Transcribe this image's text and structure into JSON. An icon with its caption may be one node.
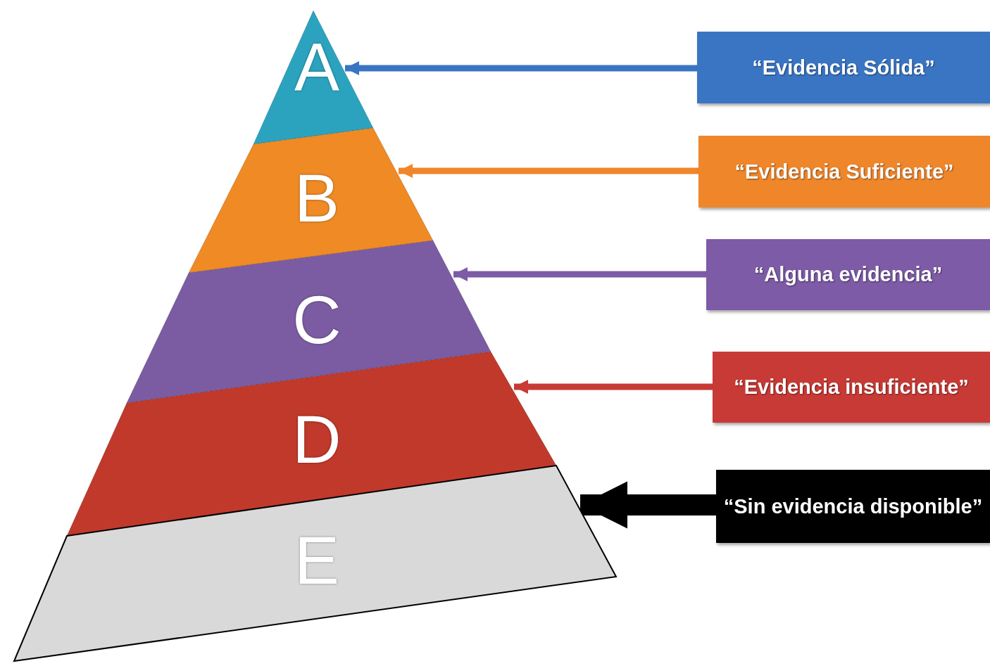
{
  "diagram": {
    "nodes": [
      {
        "text": [
          "A"
        ]
      },
      {
        "text": [
          "B"
        ]
      },
      {
        "text": [
          "C"
        ]
      },
      {
        "text": [
          "D"
        ]
      },
      {
        "text": [
          "E"
        ]
      },
      {
        "text": [
          "“Evidencia Sólida”"
        ]
      },
      {
        "text": [
          "“Evidencia Suficiente”"
        ]
      },
      {
        "text": [
          "“Alguna evidencia”"
        ]
      },
      {
        "text": [
          "“Evidencia insuficiente”"
        ]
      },
      {
        "text": [
          "“Sin evidencia disponible”"
        ]
      }
    ],
    "edges": [
      {
        "from": 5,
        "to": 0,
        "arrow": "to",
        "color": "#3a75c4"
      },
      {
        "from": 6,
        "to": 1,
        "arrow": "to",
        "color": "#f0862a"
      },
      {
        "from": 7,
        "to": 2,
        "arrow": "to",
        "color": "#7d5ba6"
      },
      {
        "from": 8,
        "to": 3,
        "arrow": "to",
        "color": "#c83a35"
      },
      {
        "from": 9,
        "to": 4,
        "arrow": "to",
        "style": "thick",
        "color": "#000000"
      }
    ]
  }
}
